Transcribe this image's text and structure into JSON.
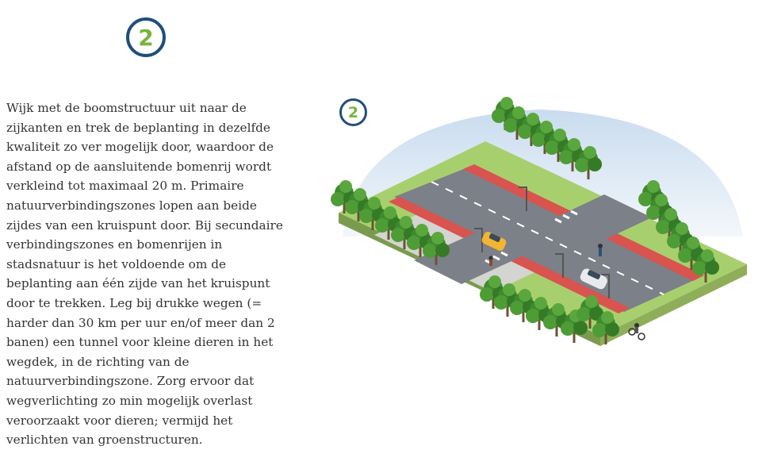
{
  "section_badge": "2",
  "illustration_badge": "2",
  "body_text": "Wijk met de boomstructuur uit naar de zijkanten en trek de beplanting in dezelfde kwaliteit zo ver mogelijk door, waardoor de afstand op de aansluitende bomenrij wordt verkleind tot maximaal 20 m. Primaire natuurverbindingszones lopen aan beide zijdes van een kruispunt door. Bij secundaire verbindingszones en bomenrijen in stadsnatuur is het voldoende om de beplanting aan één zijde van het kruispunt door te trekken. Leg bij drukke wegen (= harder dan 30 km per uur en/of meer dan 2 banen) een tunnel voor kleine dieren in het wegdek, in de richting van de natuurverbindingszone. Zorg ervoor dat wegverlichting zo min mogelijk overlast veroorzaakt voor dieren; vermijd het verlichten van groenstructuren.",
  "colors": {
    "badge_ring": "#1f4f7c",
    "badge_number": "#7ab33d",
    "sky": "#dfeaf5",
    "grass": "#a8cf6e",
    "road": "#7c8088",
    "bike_lane": "#d9534f",
    "sidewalk": "#d4d4d0",
    "tree": "#3f8a2f"
  },
  "icons": [
    "street-lamp-icon",
    "car-icon",
    "pedestrian-icon",
    "cyclist-icon",
    "tree-icon"
  ]
}
